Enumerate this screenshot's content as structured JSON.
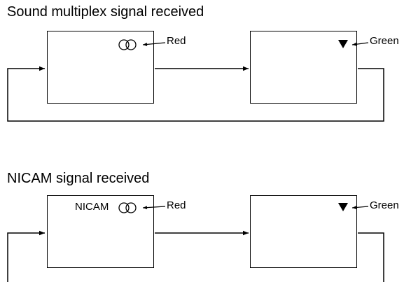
{
  "sections": [
    {
      "title": "Sound multiplex signal received",
      "screen_1": {
        "indicator_text": "",
        "indicator_icon": "stereo-rings-icon",
        "callout_label": "Red"
      },
      "screen_2": {
        "indicator_icon": "down-triangle-icon",
        "callout_label": "Green"
      }
    },
    {
      "title": "NICAM signal received",
      "screen_1": {
        "indicator_text": "NICAM",
        "indicator_icon": "stereo-rings-icon",
        "callout_label": "Red"
      },
      "screen_2": {
        "indicator_icon": "down-triangle-icon",
        "callout_label": "Green"
      }
    }
  ],
  "colors": {
    "line": "#000000",
    "background": "#ffffff"
  }
}
